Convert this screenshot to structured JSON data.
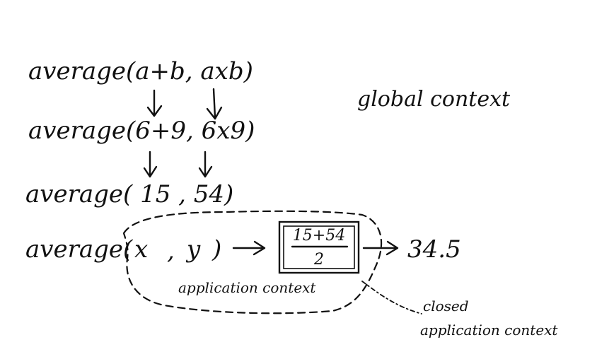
{
  "lines": {
    "row1": "average(a+b, axb)",
    "row2": "average(6+9, 6x9)",
    "row3": "average( 15 , 54)",
    "row4_left": "average(",
    "row4_x": "x",
    "row4_comma": ",",
    "row4_y": "y",
    "row4_close": ")"
  },
  "box": {
    "numerator": "15+54",
    "denominator": "2"
  },
  "result": "34.5",
  "labels": {
    "global_context": "global context",
    "application_context": "application context",
    "closed_line1": "closed",
    "closed_line2": "application context"
  }
}
